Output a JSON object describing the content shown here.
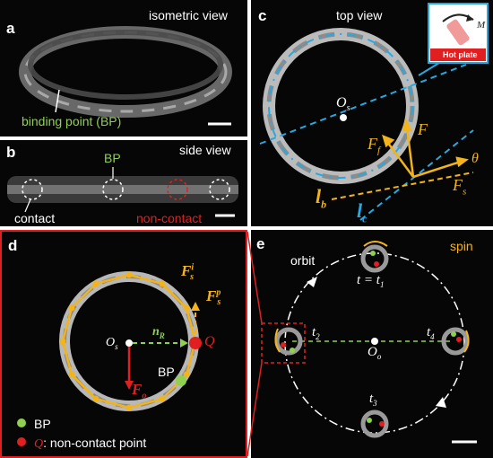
{
  "panels": {
    "a": {
      "letter": "a",
      "view": "isometric view",
      "annotation": "binding point (BP)"
    },
    "b": {
      "letter": "b",
      "view": "side view",
      "bp": "BP",
      "contact": "contact",
      "noncontact": "non-contact"
    },
    "c": {
      "letter": "c",
      "view": "top view",
      "hotplate": "Hot plate",
      "M": "M",
      "Os": "O",
      "Os_sub": "s",
      "F": "F",
      "Ff": "F",
      "Ff_sub": "f",
      "Fs": "F",
      "Fs_sub": "s",
      "theta": "θ",
      "lb": "l",
      "lb_sub": "b",
      "lc": "l",
      "lc_sub": "c"
    },
    "d": {
      "letter": "d",
      "Fsi": "F",
      "Fsi_sup": "i",
      "Fsi_sub": "s",
      "Fsp": "F",
      "Fsp_sup": "p",
      "Fsp_sub": "s",
      "nR": "n",
      "nR_sub": "R",
      "Os": "O",
      "Os_sub": "s",
      "Q": "Q",
      "Fo": "F",
      "Fo_sub": "o",
      "BP": "BP",
      "legend_bp": "BP",
      "legend_q": "Q",
      "legend_q_text": ": non-contact point"
    },
    "e": {
      "letter": "e",
      "spin": "spin",
      "orbit": "orbit",
      "t1_eq": "t = t",
      "t1_sub": "1",
      "t2": "t",
      "t2_sub": "2",
      "t3": "t",
      "t3_sub": "3",
      "t4": "t",
      "t4_sub": "4",
      "Oo": "O",
      "Oo_sub": "o"
    }
  },
  "colors": {
    "green": "#8fd14f",
    "red": "#e02020",
    "orange": "#f2b418",
    "blue": "#29a8e0",
    "white": "#ffffff",
    "panel_bg": "#060606",
    "frame_red": "#e02020"
  }
}
